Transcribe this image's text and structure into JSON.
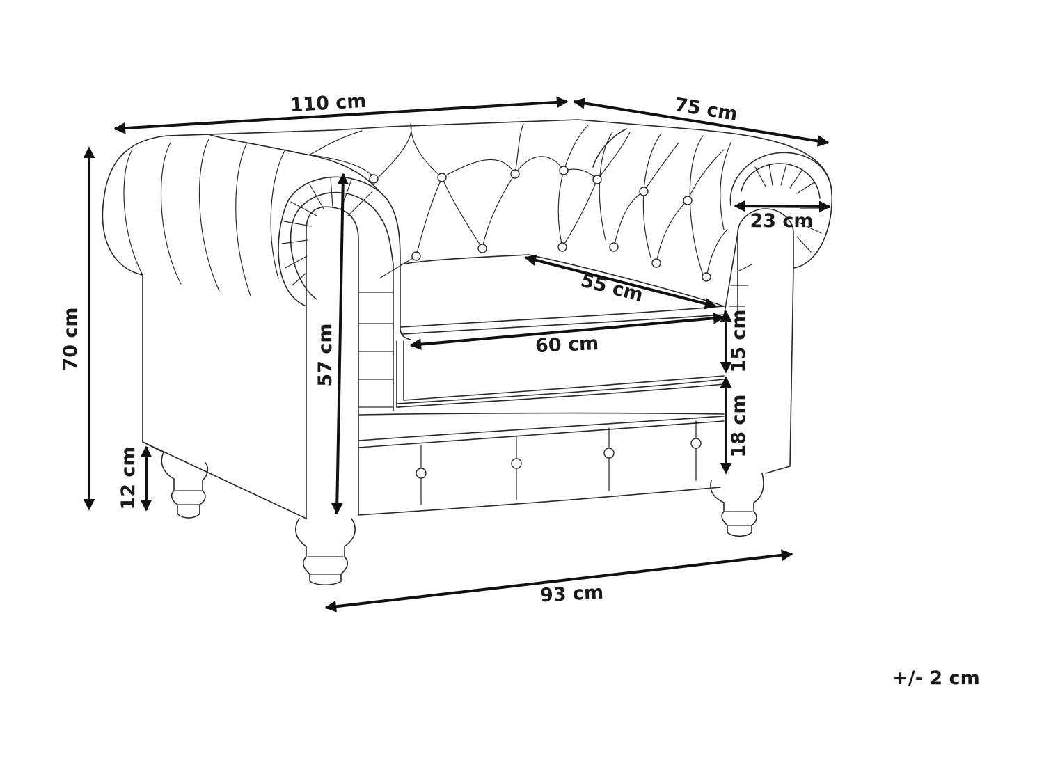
{
  "dimensions": {
    "width_total": "110 cm",
    "depth_total": "75 cm",
    "height_total": "70 cm",
    "leg_height": "12 cm",
    "arm_height": "57 cm",
    "arm_width": "23 cm",
    "seat_depth": "55 cm",
    "seat_width": "60 cm",
    "cushion_height": "15 cm",
    "seat_base_height": "18 cm",
    "inner_width": "93 cm"
  },
  "tolerance": "+/- 2 cm",
  "colors": {
    "line": "#2a2a2a",
    "arrow": "#111111",
    "background": "#ffffff"
  }
}
